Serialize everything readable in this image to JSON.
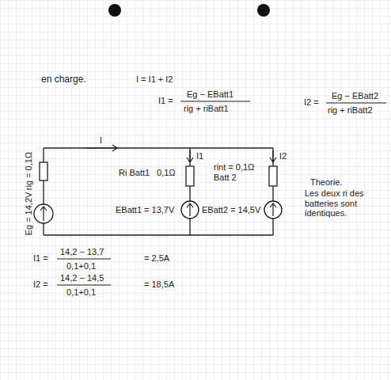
{
  "diagram": {
    "title": "en charge.",
    "labels": [
      "I = I1 + I2",
      "I1 =",
      "Eg − EBatt1",
      "rig + riBatt1",
      "I2 =",
      "Eg − EBatt2",
      "rig + riBatt2",
      "I",
      "I1",
      "I2",
      "rig = 0,1Ω",
      "Eg = 14,2V",
      "Ri Batt1",
      "0,1Ω",
      "rint = 0,1Ω Batt 2",
      "EBatt1 = 13,7V",
      "EBatt2 = 14,5V",
      "Theorie.",
      "Les deux ri des batteries sont identiques.",
      "I1 =",
      "14,2 − 13,7",
      "0,1+0,1",
      "= 2,5A",
      "I2 =",
      "14,2 − 14,5",
      "0,1+0,1",
      "= 18,5A"
    ]
  }
}
